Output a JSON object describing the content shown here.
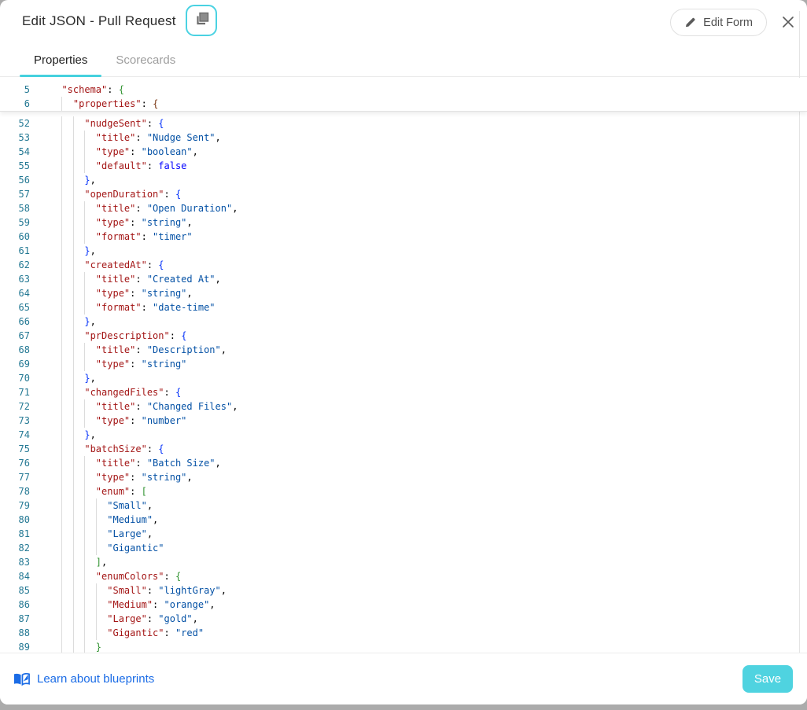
{
  "header": {
    "title": "Edit JSON - Pull Request",
    "edit_form_label": "Edit Form"
  },
  "tabs": [
    {
      "label": "Properties",
      "active": true
    },
    {
      "label": "Scorecards",
      "active": false
    }
  ],
  "footer": {
    "link_label": "Learn about blueprints",
    "save_label": "Save"
  },
  "colors": {
    "accent_cyan": "#45d1de",
    "copy_button_border": "#4ad2e2",
    "save_button_bg": "#4fd3e0",
    "link_blue": "#1b6ce6"
  },
  "editor": {
    "colors": {
      "key": "#a31515",
      "str": "#0451a5",
      "kw": "#0000ff",
      "punc": "#000000",
      "bg": "#319331",
      "bo": "#7b3814",
      "bb": "#0431fa",
      "line_number": "#237893"
    },
    "sticky_lines": [
      {
        "num": 5,
        "indent": 2,
        "tokens": [
          [
            "key",
            "\"schema\""
          ],
          [
            "punc",
            ": "
          ],
          [
            "bg",
            "{"
          ]
        ]
      },
      {
        "num": 6,
        "indent": 4,
        "tokens": [
          [
            "key",
            "\"properties\""
          ],
          [
            "punc",
            ": "
          ],
          [
            "bo",
            "{"
          ]
        ]
      }
    ],
    "lines": [
      {
        "num": 52,
        "indent": 6,
        "tokens": [
          [
            "key",
            "\"nudgeSent\""
          ],
          [
            "punc",
            ": "
          ],
          [
            "bb",
            "{"
          ]
        ]
      },
      {
        "num": 53,
        "indent": 8,
        "tokens": [
          [
            "key",
            "\"title\""
          ],
          [
            "punc",
            ": "
          ],
          [
            "str",
            "\"Nudge Sent\""
          ],
          [
            "punc",
            ","
          ]
        ]
      },
      {
        "num": 54,
        "indent": 8,
        "tokens": [
          [
            "key",
            "\"type\""
          ],
          [
            "punc",
            ": "
          ],
          [
            "str",
            "\"boolean\""
          ],
          [
            "punc",
            ","
          ]
        ]
      },
      {
        "num": 55,
        "indent": 8,
        "tokens": [
          [
            "key",
            "\"default\""
          ],
          [
            "punc",
            ": "
          ],
          [
            "kw",
            "false"
          ]
        ]
      },
      {
        "num": 56,
        "indent": 6,
        "tokens": [
          [
            "bb",
            "}"
          ],
          [
            "punc",
            ","
          ]
        ]
      },
      {
        "num": 57,
        "indent": 6,
        "tokens": [
          [
            "key",
            "\"openDuration\""
          ],
          [
            "punc",
            ": "
          ],
          [
            "bb",
            "{"
          ]
        ]
      },
      {
        "num": 58,
        "indent": 8,
        "tokens": [
          [
            "key",
            "\"title\""
          ],
          [
            "punc",
            ": "
          ],
          [
            "str",
            "\"Open Duration\""
          ],
          [
            "punc",
            ","
          ]
        ]
      },
      {
        "num": 59,
        "indent": 8,
        "tokens": [
          [
            "key",
            "\"type\""
          ],
          [
            "punc",
            ": "
          ],
          [
            "str",
            "\"string\""
          ],
          [
            "punc",
            ","
          ]
        ]
      },
      {
        "num": 60,
        "indent": 8,
        "tokens": [
          [
            "key",
            "\"format\""
          ],
          [
            "punc",
            ": "
          ],
          [
            "str",
            "\"timer\""
          ]
        ]
      },
      {
        "num": 61,
        "indent": 6,
        "tokens": [
          [
            "bb",
            "}"
          ],
          [
            "punc",
            ","
          ]
        ]
      },
      {
        "num": 62,
        "indent": 6,
        "tokens": [
          [
            "key",
            "\"createdAt\""
          ],
          [
            "punc",
            ": "
          ],
          [
            "bb",
            "{"
          ]
        ]
      },
      {
        "num": 63,
        "indent": 8,
        "tokens": [
          [
            "key",
            "\"title\""
          ],
          [
            "punc",
            ": "
          ],
          [
            "str",
            "\"Created At\""
          ],
          [
            "punc",
            ","
          ]
        ]
      },
      {
        "num": 64,
        "indent": 8,
        "tokens": [
          [
            "key",
            "\"type\""
          ],
          [
            "punc",
            ": "
          ],
          [
            "str",
            "\"string\""
          ],
          [
            "punc",
            ","
          ]
        ]
      },
      {
        "num": 65,
        "indent": 8,
        "tokens": [
          [
            "key",
            "\"format\""
          ],
          [
            "punc",
            ": "
          ],
          [
            "str",
            "\"date-time\""
          ]
        ]
      },
      {
        "num": 66,
        "indent": 6,
        "tokens": [
          [
            "bb",
            "}"
          ],
          [
            "punc",
            ","
          ]
        ]
      },
      {
        "num": 67,
        "indent": 6,
        "tokens": [
          [
            "key",
            "\"prDescription\""
          ],
          [
            "punc",
            ": "
          ],
          [
            "bb",
            "{"
          ]
        ]
      },
      {
        "num": 68,
        "indent": 8,
        "tokens": [
          [
            "key",
            "\"title\""
          ],
          [
            "punc",
            ": "
          ],
          [
            "str",
            "\"Description\""
          ],
          [
            "punc",
            ","
          ]
        ]
      },
      {
        "num": 69,
        "indent": 8,
        "tokens": [
          [
            "key",
            "\"type\""
          ],
          [
            "punc",
            ": "
          ],
          [
            "str",
            "\"string\""
          ]
        ]
      },
      {
        "num": 70,
        "indent": 6,
        "tokens": [
          [
            "bb",
            "}"
          ],
          [
            "punc",
            ","
          ]
        ]
      },
      {
        "num": 71,
        "indent": 6,
        "tokens": [
          [
            "key",
            "\"changedFiles\""
          ],
          [
            "punc",
            ": "
          ],
          [
            "bb",
            "{"
          ]
        ]
      },
      {
        "num": 72,
        "indent": 8,
        "tokens": [
          [
            "key",
            "\"title\""
          ],
          [
            "punc",
            ": "
          ],
          [
            "str",
            "\"Changed Files\""
          ],
          [
            "punc",
            ","
          ]
        ]
      },
      {
        "num": 73,
        "indent": 8,
        "tokens": [
          [
            "key",
            "\"type\""
          ],
          [
            "punc",
            ": "
          ],
          [
            "str",
            "\"number\""
          ]
        ]
      },
      {
        "num": 74,
        "indent": 6,
        "tokens": [
          [
            "bb",
            "}"
          ],
          [
            "punc",
            ","
          ]
        ]
      },
      {
        "num": 75,
        "indent": 6,
        "tokens": [
          [
            "key",
            "\"batchSize\""
          ],
          [
            "punc",
            ": "
          ],
          [
            "bb",
            "{"
          ]
        ]
      },
      {
        "num": 76,
        "indent": 8,
        "tokens": [
          [
            "key",
            "\"title\""
          ],
          [
            "punc",
            ": "
          ],
          [
            "str",
            "\"Batch Size\""
          ],
          [
            "punc",
            ","
          ]
        ]
      },
      {
        "num": 77,
        "indent": 8,
        "tokens": [
          [
            "key",
            "\"type\""
          ],
          [
            "punc",
            ": "
          ],
          [
            "str",
            "\"string\""
          ],
          [
            "punc",
            ","
          ]
        ]
      },
      {
        "num": 78,
        "indent": 8,
        "tokens": [
          [
            "key",
            "\"enum\""
          ],
          [
            "punc",
            ": "
          ],
          [
            "bg",
            "["
          ]
        ]
      },
      {
        "num": 79,
        "indent": 10,
        "tokens": [
          [
            "str",
            "\"Small\""
          ],
          [
            "punc",
            ","
          ]
        ]
      },
      {
        "num": 80,
        "indent": 10,
        "tokens": [
          [
            "str",
            "\"Medium\""
          ],
          [
            "punc",
            ","
          ]
        ]
      },
      {
        "num": 81,
        "indent": 10,
        "tokens": [
          [
            "str",
            "\"Large\""
          ],
          [
            "punc",
            ","
          ]
        ]
      },
      {
        "num": 82,
        "indent": 10,
        "tokens": [
          [
            "str",
            "\"Gigantic\""
          ]
        ]
      },
      {
        "num": 83,
        "indent": 8,
        "tokens": [
          [
            "bg",
            "]"
          ],
          [
            "punc",
            ","
          ]
        ]
      },
      {
        "num": 84,
        "indent": 8,
        "tokens": [
          [
            "key",
            "\"enumColors\""
          ],
          [
            "punc",
            ": "
          ],
          [
            "bg",
            "{"
          ]
        ]
      },
      {
        "num": 85,
        "indent": 10,
        "tokens": [
          [
            "key",
            "\"Small\""
          ],
          [
            "punc",
            ": "
          ],
          [
            "str",
            "\"lightGray\""
          ],
          [
            "punc",
            ","
          ]
        ]
      },
      {
        "num": 86,
        "indent": 10,
        "tokens": [
          [
            "key",
            "\"Medium\""
          ],
          [
            "punc",
            ": "
          ],
          [
            "str",
            "\"orange\""
          ],
          [
            "punc",
            ","
          ]
        ]
      },
      {
        "num": 87,
        "indent": 10,
        "tokens": [
          [
            "key",
            "\"Large\""
          ],
          [
            "punc",
            ": "
          ],
          [
            "str",
            "\"gold\""
          ],
          [
            "punc",
            ","
          ]
        ]
      },
      {
        "num": 88,
        "indent": 10,
        "tokens": [
          [
            "key",
            "\"Gigantic\""
          ],
          [
            "punc",
            ": "
          ],
          [
            "str",
            "\"red\""
          ]
        ]
      },
      {
        "num": 89,
        "indent": 8,
        "tokens": [
          [
            "bg",
            "}"
          ]
        ]
      }
    ]
  }
}
